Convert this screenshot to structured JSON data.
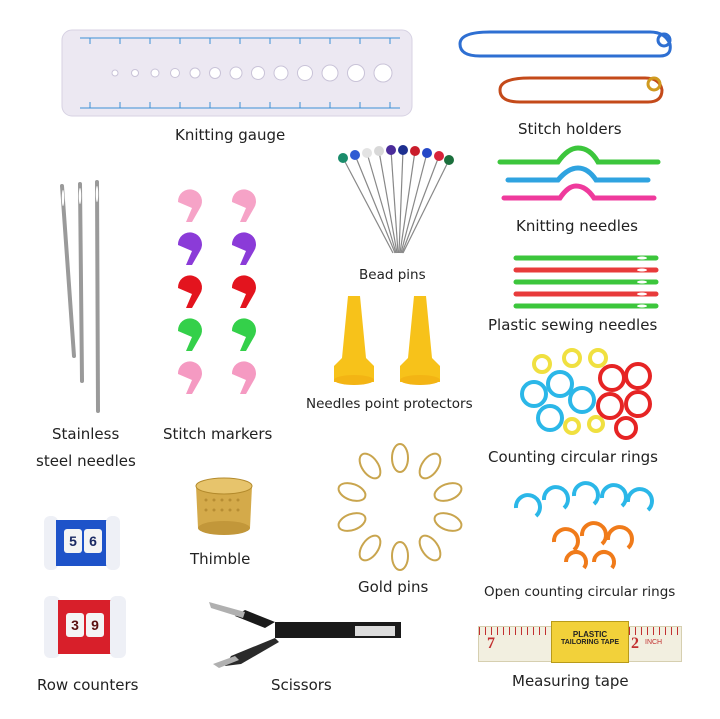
{
  "labels": {
    "knitting_gauge": "Knitting gauge",
    "stitch_holders": "Stitch holders",
    "bead_pins": "Bead pins",
    "knitting_needles": "Knitting needles",
    "plastic_sewing_needles": "Plastic sewing needles",
    "needles_point_protectors": "Needles point protectors",
    "stainless_line1": "Stainless",
    "stainless_line2": "steel needles",
    "stitch_markers": "Stitch markers",
    "counting_circular_rings": "Counting circular rings",
    "thimble": "Thimble",
    "gold_pins": "Gold pins",
    "open_counting_circular_rings": "Open counting circular rings",
    "row_counters": "Row counters",
    "scissors": "Scissors",
    "measuring_tape": "Measuring tape"
  },
  "row_counter_blue": {
    "digit1": "5",
    "digit2": "6"
  },
  "row_counter_red": {
    "digit1": "3",
    "digit2": "9"
  },
  "tape_badge": {
    "line1": "PLASTIC",
    "line2": "TAILORING TAPE"
  },
  "tape_numbers": {
    "n1": "7",
    "n2": "2",
    "unit": "INCH"
  }
}
